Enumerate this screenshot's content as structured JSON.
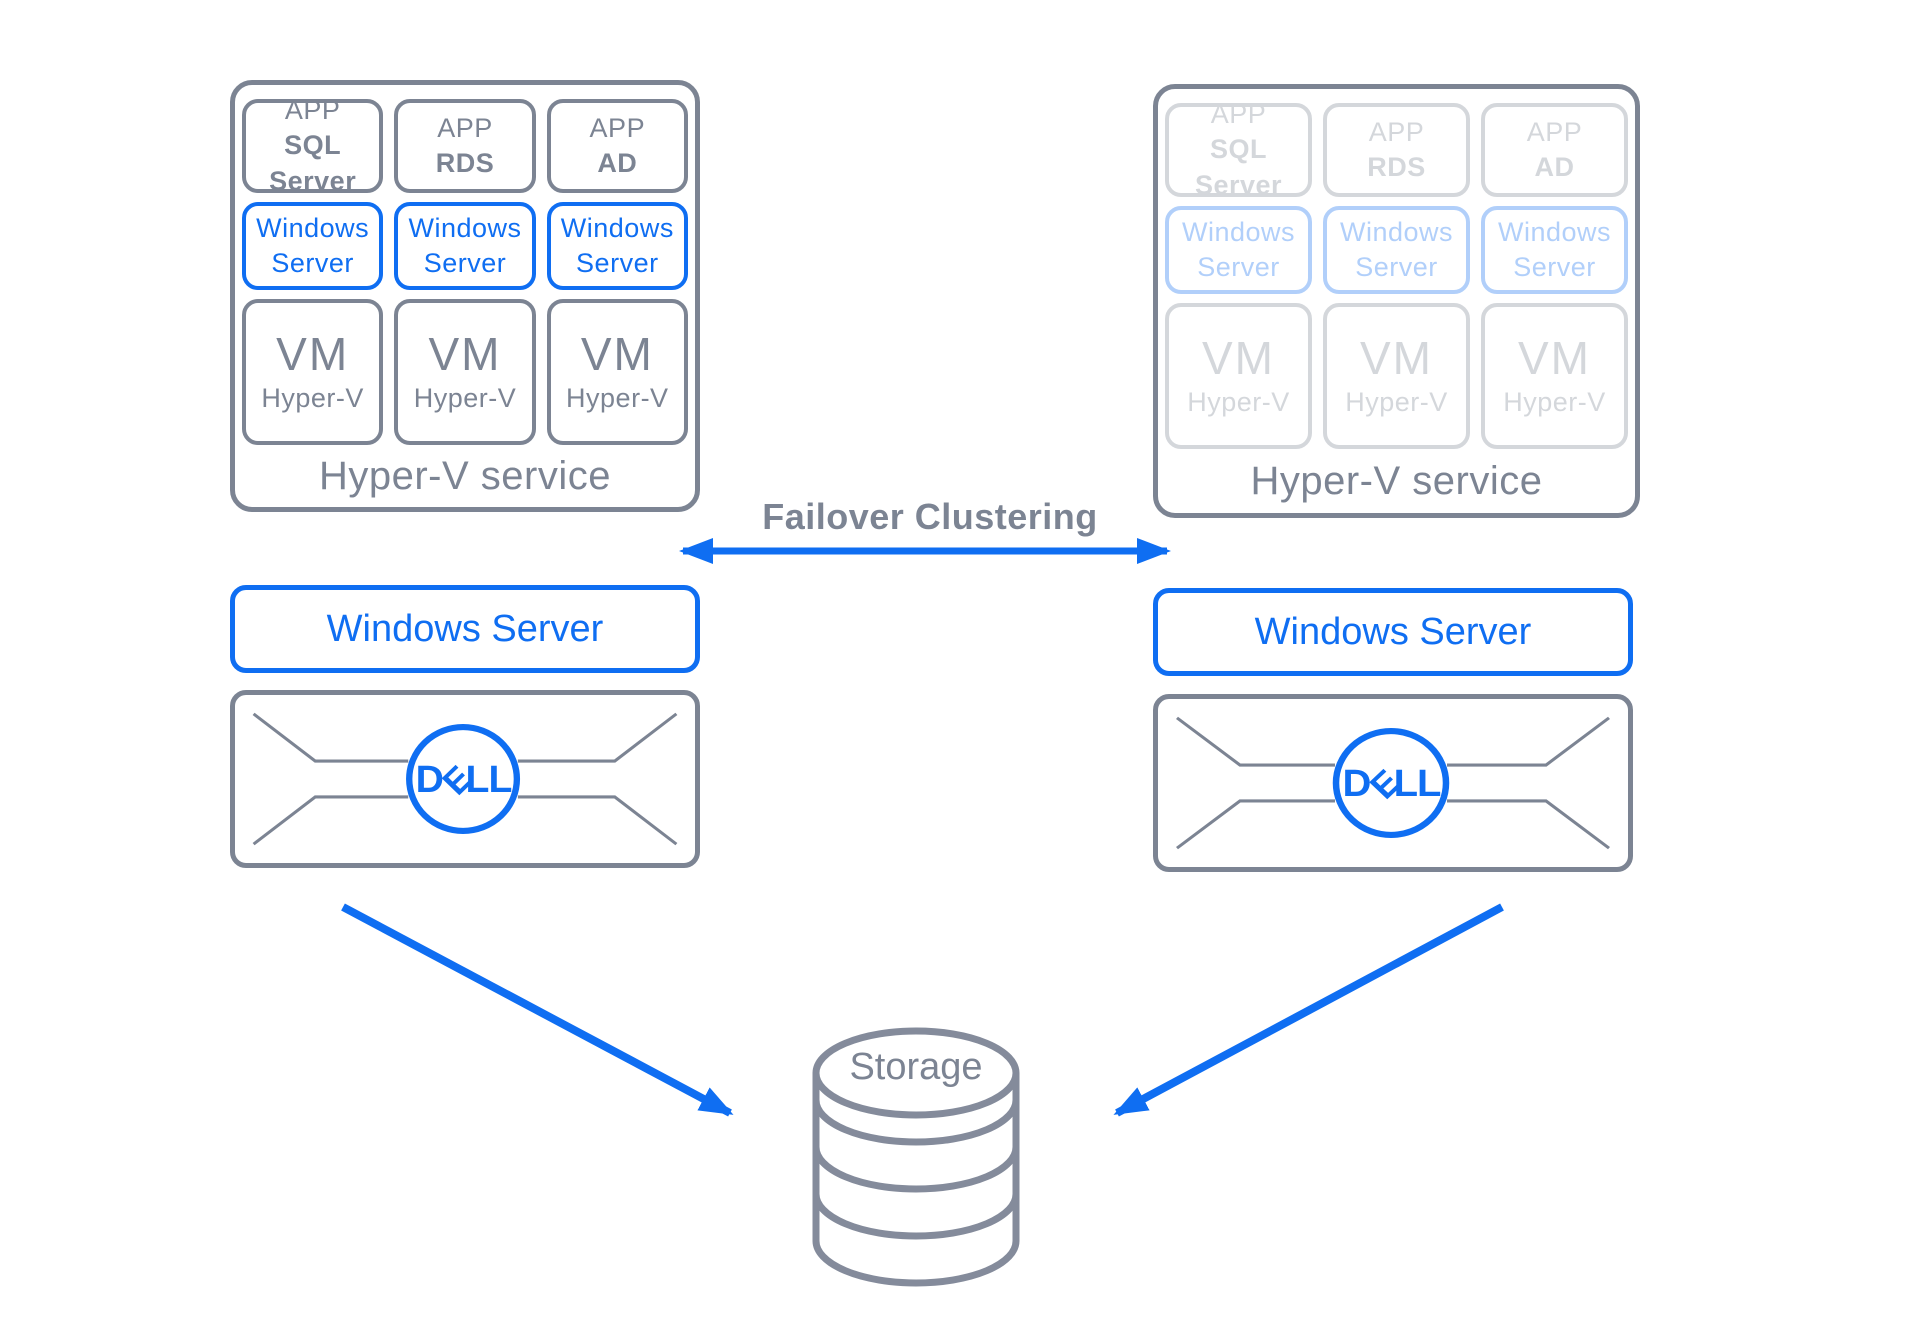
{
  "colors": {
    "gray": "#7C8493",
    "blue": "#0F6EF2"
  },
  "hyperv_stack": {
    "service_label": "Hyper-V service",
    "app_tiles": [
      {
        "line1": "APP",
        "line2": "SQL Server"
      },
      {
        "line1": "APP",
        "line2": "RDS"
      },
      {
        "line1": "APP",
        "line2": "AD"
      }
    ],
    "os_tile": {
      "line1": "Windows",
      "line2": "Server"
    },
    "vm_tile": {
      "line1": "VM",
      "line2": "Hyper-V"
    }
  },
  "nodes": {
    "left": {
      "os_label": "Windows Server"
    },
    "right": {
      "os_label": "Windows Server"
    }
  },
  "dell_logo": {
    "d": "D",
    "e": "E",
    "ll": "LL"
  },
  "connections": {
    "failover_label": "Failover Clustering"
  },
  "storage": {
    "label": "Storage"
  }
}
